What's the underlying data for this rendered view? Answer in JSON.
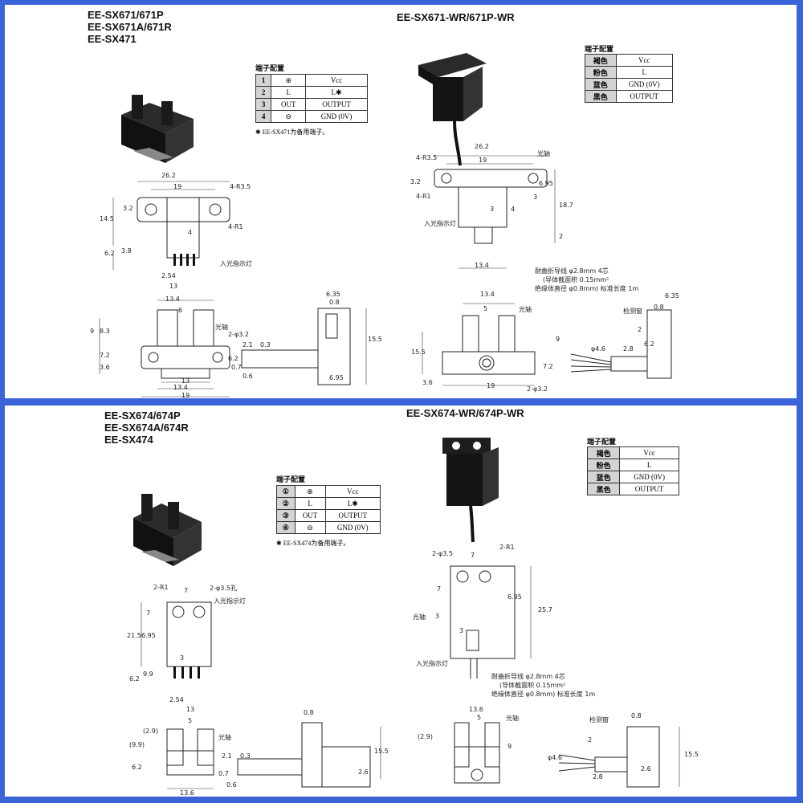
{
  "top": {
    "left_title": [
      "EE-SX671/671P",
      "EE-SX671A/671R",
      "EE-SX471"
    ],
    "right_title": "EE-SX671-WR/671P-WR",
    "pin_caption": "端子配置",
    "pin_table": [
      {
        "no": "1",
        "sym": "⊕",
        "name": "Vcc"
      },
      {
        "no": "2",
        "sym": "L",
        "name": "L✱"
      },
      {
        "no": "3",
        "sym": "OUT",
        "name": "OUTPUT"
      },
      {
        "no": "4",
        "sym": "⊖",
        "name": "GND (0V)"
      }
    ],
    "pin_note": "✱ EE-SX471为备用端子。",
    "wire_caption": "端子配置",
    "wire_table": [
      {
        "color": "褐色",
        "name": "Vcc"
      },
      {
        "color": "粉色",
        "name": "L"
      },
      {
        "color": "蓝色",
        "name": "GND (0V)"
      },
      {
        "color": "黑色",
        "name": "OUTPUT"
      }
    ],
    "dims_left": [
      "26.2",
      "19",
      "4-R3.5",
      "3.2",
      "14.5",
      "4-R1",
      "4",
      "6.2",
      "3.8",
      "入光指示灯",
      "2.54",
      "13",
      "13.4",
      "6",
      "光轴",
      "2-φ3.2",
      "9",
      "8.3",
      "7.2",
      "3.6",
      "13",
      "13.4",
      "19",
      "2.1",
      "0.3",
      "6.2",
      "0.7",
      "0.6",
      "6.35",
      "0.8",
      "15.5",
      "6.95"
    ],
    "dims_right": [
      "26.2",
      "19",
      "光轴",
      "4-R3.5",
      "3.2",
      "4-R1",
      "6.95",
      "3",
      "4",
      "3",
      "18.7",
      "入光指示灯",
      "2",
      "13.4",
      "耐曲折导线 φ2.8mm 4芯",
      "(导体截面积 0.15mm²",
      "绝缘体直径 φ0.8mm) 标准长度 1m",
      "13.4",
      "5",
      "光轴",
      "15.5",
      "9",
      "7.2",
      "3.6",
      "19",
      "2-φ3.2",
      "6.35",
      "检测窗",
      "0.8",
      "2",
      "φ4.6",
      "2.8",
      "6.2"
    ]
  },
  "bottom": {
    "left_title": [
      "EE-SX674/674P",
      "EE-SX674A/674R",
      "EE-SX474"
    ],
    "right_title": "EE-SX674-WR/674P-WR",
    "pin_caption": "端子配置",
    "pin_table": [
      {
        "no": "①",
        "sym": "⊕",
        "name": "Vcc"
      },
      {
        "no": "②",
        "sym": "L",
        "name": "L✱"
      },
      {
        "no": "③",
        "sym": "OUT",
        "name": "OUTPUT"
      },
      {
        "no": "④",
        "sym": "⊖",
        "name": "GND (0V)"
      }
    ],
    "pin_note": "✱ EE-SX474为备用端子。",
    "wire_caption": "端子配置",
    "wire_table": [
      {
        "color": "褐色",
        "name": "Vcc"
      },
      {
        "color": "粉色",
        "name": "L"
      },
      {
        "color": "蓝色",
        "name": "GND (0V)"
      },
      {
        "color": "黑色",
        "name": "OUTPUT"
      }
    ],
    "dims_left": [
      "2-R1",
      "7",
      "2-φ3.5孔",
      "入光指示灯",
      "7",
      "21.5",
      "6.95",
      "3",
      "9.9",
      "6.2",
      "2.54",
      "13",
      "(2.9)",
      "5",
      "光轴",
      "(9.9)",
      "6.2",
      "13.6",
      "2.1",
      "0.3",
      "0.7",
      "0.6",
      "0.8",
      "15.5",
      "2.6"
    ],
    "dims_right": [
      "2-φ3.5",
      "7",
      "2-R1",
      "7",
      "6.95",
      "25.7",
      "光轴",
      "3",
      "3",
      "入光指示灯",
      "耐曲折导线 φ2.8mm 4芯",
      "(导体截面积 0.15mm²",
      "绝缘体直径 φ0.8mm) 标准长度 1m",
      "13.6",
      "5",
      "光轴",
      "(2.9)",
      "9",
      "检测窗",
      "0.8",
      "2",
      "φ4.6",
      "2.8",
      "2.6",
      "15.5"
    ]
  },
  "colors": {
    "frame": "#3a63d8",
    "paper": "#ffffff",
    "ink": "#111111",
    "cell_shade": "#d4d4d4"
  }
}
